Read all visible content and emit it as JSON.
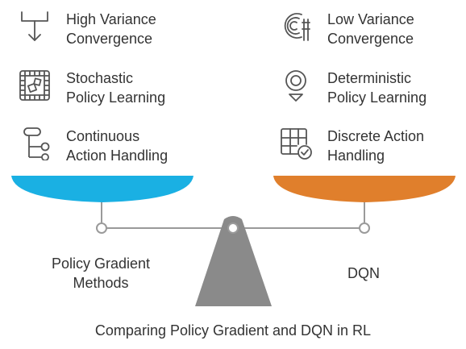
{
  "left_side": {
    "features": [
      {
        "line1": "High Variance",
        "line2": "Convergence",
        "icon": "arrow-down-bracket-icon"
      },
      {
        "line1": "Stochastic",
        "line2": "Policy Learning",
        "icon": "board-game-icon"
      },
      {
        "line1": "Continuous",
        "line2": "Action Handling",
        "icon": "branching-nodes-icon"
      }
    ],
    "pan_color": "#1ab0e3",
    "label_line1": "Policy Gradient",
    "label_line2": "Methods"
  },
  "right_side": {
    "features": [
      {
        "line1": "Low Variance",
        "line2": "Convergence",
        "icon": "fingerprint-icon"
      },
      {
        "line1": "Deterministic",
        "line2": "Policy Learning",
        "icon": "target-pin-icon"
      },
      {
        "line1": "Discrete Action",
        "line2": "Handling",
        "icon": "grid-check-icon"
      }
    ],
    "pan_color": "#e07f2c",
    "label": "DQN"
  },
  "fulcrum_color": "#8a8a8a",
  "caption": "Comparing Policy Gradient and DQN in RL"
}
